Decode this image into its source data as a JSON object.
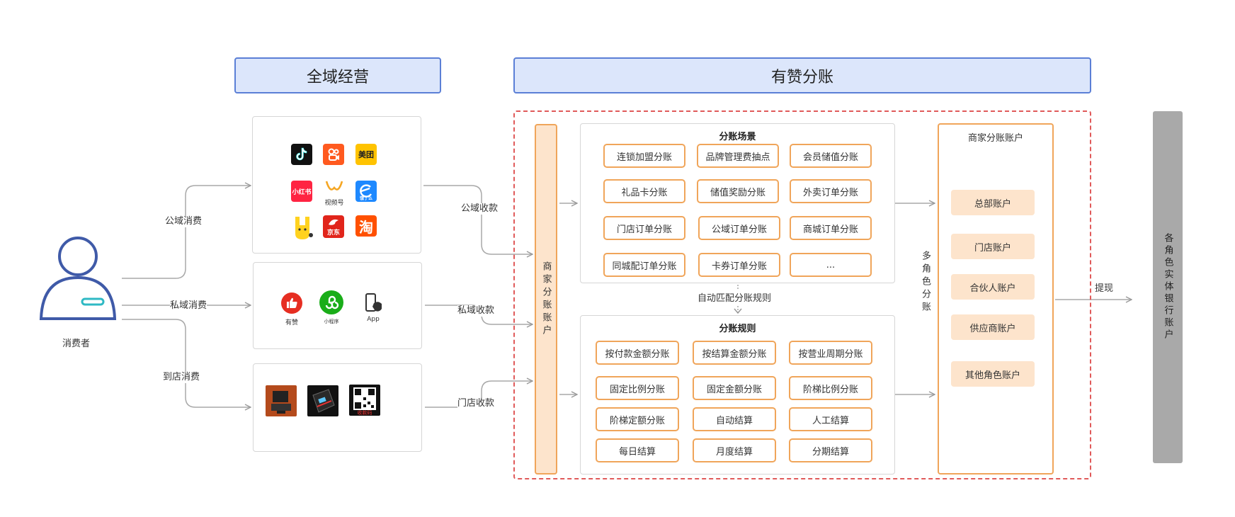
{
  "consumer": {
    "label": "消费者"
  },
  "headers": {
    "left": "全域经营",
    "right": "有赞分账"
  },
  "channels": {
    "public": "公域消费",
    "private": "私域消费",
    "store": "到店消费"
  },
  "collections": {
    "public": "公域收款",
    "private": "私域收款",
    "store": "门店收款"
  },
  "private_apps": {
    "youzan": "有赞",
    "miniprogram": "小程序",
    "app": "App"
  },
  "public_apps": {
    "xiaohongshu": "小红书",
    "shipinhao": "视频号",
    "jingdong": "京东",
    "meituan": "美团",
    "eleme": "饿了么",
    "taobao": "淘"
  },
  "store_devices": {
    "qr_caption": "收款码"
  },
  "merchant_account": "商家分账账户",
  "scenarios": {
    "title": "分账场景",
    "items": [
      "连锁加盟分账",
      "品牌管理费抽点",
      "会员储值分账",
      "礼品卡分账",
      "储值奖励分账",
      "外卖订单分账",
      "门店订单分账",
      "公域订单分账",
      "商城订单分账",
      "同城配订单分账",
      "卡券订单分账",
      "..."
    ]
  },
  "auto_match": "自动匹配分账规则",
  "rules": {
    "title": "分账规则",
    "items": [
      "按付款金额分账",
      "按结算金额分账",
      "按营业周期分账",
      "固定比例分账",
      "固定金额分账",
      "阶梯比例分账",
      "阶梯定额分账",
      "自动结算",
      "人工结算",
      "每日结算",
      "月度结算",
      "分期结算"
    ]
  },
  "multi_role": "多角色分账",
  "target_accounts": {
    "title": "商家分账账户",
    "items": [
      "总部账户",
      "门店账户",
      "合伙人账户",
      "供应商账户",
      "其他角色账户"
    ]
  },
  "withdraw": "提现",
  "bank_account": "各角色实体银行账户",
  "colors": {
    "accent_orange": "#f0a55a",
    "header_fill": "#dce6fb",
    "header_border": "#5b7fd6",
    "dashed_red": "#e05a5a",
    "bank_gray": "#a9a9a9"
  }
}
